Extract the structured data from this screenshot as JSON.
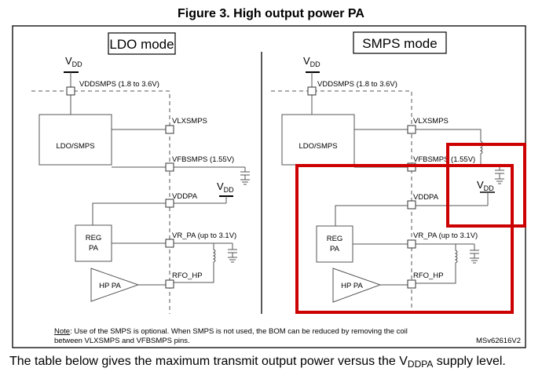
{
  "figure": {
    "title": "Figure 3. High output power PA",
    "reference_code": "MSv62616V2",
    "note_label": "Note",
    "note_line1": ": Use of the SMPS is optional. When SMPS is not used, the BOM can be reduced by removing the coil",
    "note_line2": "between VLXSMPS and VFBSMPS pins."
  },
  "panels": {
    "ldo": {
      "mode_label": "LDO mode",
      "vdd_top_main": "V",
      "vdd_top_sub": "DD",
      "vdd_pa_main": "V",
      "vdd_pa_sub": "DD",
      "block_ldo_smps": "LDO/SMPS",
      "block_reg_pa_line1": "REG",
      "block_reg_pa_line2": "PA",
      "block_hp_pa": "HP PA",
      "pins": {
        "vddsmps": "VDDSMPS (1.8 to 3.6V)",
        "vlxsmps": "VLXSMPS",
        "vfbsmps": "VFBSMPS (1.55V)",
        "vddpa": "VDDPA",
        "vr_pa": "VR_PA (up to 3.1V)",
        "rfo_hp": "RFO_HP"
      }
    },
    "smps": {
      "mode_label": "SMPS mode",
      "vdd_top_main": "V",
      "vdd_top_sub": "DD",
      "vdd_pa_main": "V",
      "vdd_pa_sub": "DD",
      "block_ldo_smps": "LDO/SMPS",
      "block_reg_pa_line1": "REG",
      "block_reg_pa_line2": "PA",
      "block_hp_pa": "HP PA",
      "pins": {
        "vddsmps": "VDDSMPS (1.8 to 3.6V)",
        "vlxsmps": "VLXSMPS",
        "vfbsmps": "VFBSMPS (1.55V)",
        "vddpa": "VDDPA",
        "vr_pa": "VR_PA (up to 3.1V)",
        "rfo_hp": "RFO_HP"
      }
    }
  },
  "highlights": {
    "color": "#cc0000",
    "boxes": [
      "vdd-supply-region",
      "pa-region"
    ]
  },
  "caption": {
    "before": "The table below gives the maximum transmit output power versus the V",
    "sub": "DDPA",
    "after": " supply level."
  }
}
